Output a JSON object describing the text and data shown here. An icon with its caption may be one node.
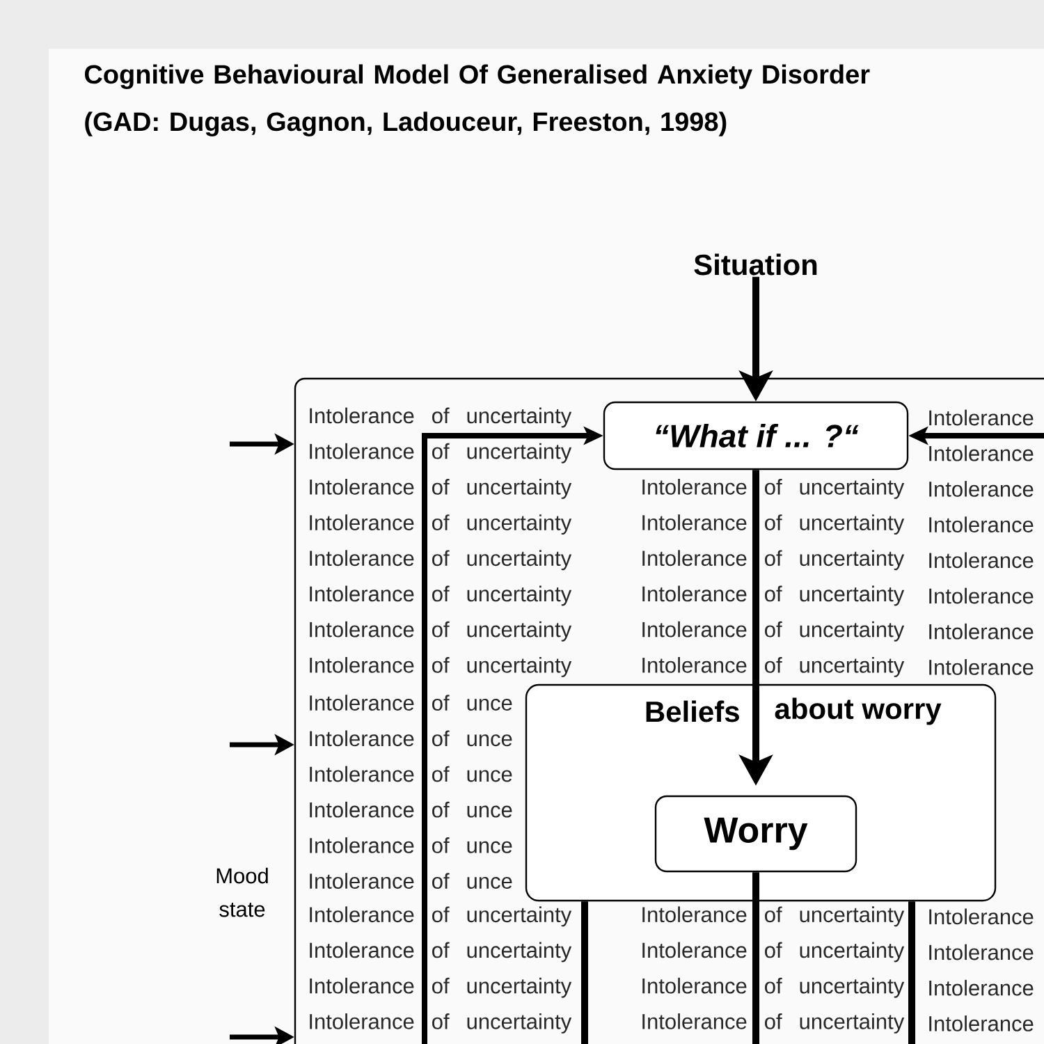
{
  "diagram": {
    "title": "Cognitive Behavioural Model Of Generalised Anxiety Disorder (GAD: Dugas, Gagnon, Ladouceur, Freeston, 1998)",
    "nodes": [
      {
        "text": [
          "Situation"
        ]
      },
      {
        "text": [
          "Intolerance of uncertainty",
          "Intolerance",
          "Intolerance of uncertainty",
          "Intolerance",
          "Intolerance of uncertainty",
          "Intolerance of uncertainty",
          "Intolerance",
          "Intolerance of uncertainty",
          "Intolerance of uncertainty",
          "Intolerance",
          "Intolerance of uncertainty",
          "Intolerance of uncertainty",
          "Intolerance",
          "Intolerance of uncertainty",
          "Intolerance of uncertainty",
          "Intolerance",
          "Intolerance of uncertainty",
          "Intolerance of uncertainty",
          "Intolerance",
          "Intolerance of uncertainty",
          "Intolerance of uncertainty",
          "Intolerance",
          "Intolerance of unce",
          "Intolerance of unce",
          "Intolerance of unce",
          "Intolerance of unce",
          "Intolerance of unce",
          "Intolerance of unce",
          "Intolerance of uncertainty",
          "Intolerance of uncertainty",
          "Intolerance",
          "Intolerance of uncertainty",
          "Intolerance of uncertainty",
          "Intolerance",
          "Intolerance of uncertainty",
          "Intolerance of uncertainty",
          "Intolerance",
          "Intolerance of uncertainty",
          "Intolerance of uncertainty",
          "Intolerance"
        ]
      },
      {
        "text": [
          "“What if ... ?“"
        ],
        "in": 1
      },
      {
        "text": [
          "Beliefs",
          "about worry"
        ],
        "in": 1
      },
      {
        "text": [
          "Worry"
        ],
        "in": 3
      }
    ],
    "edges": [
      {
        "from": 0,
        "to": 2,
        "arrow": "to"
      },
      {
        "from": 2,
        "to": 4,
        "arrow": "to"
      },
      {
        "from": null,
        "to": 2,
        "arrow": "to"
      },
      {
        "from": null,
        "to": 2,
        "arrow": "to"
      },
      {
        "from": 4,
        "to": null,
        "arrow": "none"
      },
      {
        "from": 3,
        "to": null,
        "arrow": "none"
      },
      {
        "from": 3,
        "to": null,
        "arrow": "none"
      },
      {
        "from": null,
        "to": 1,
        "arrow": "to"
      },
      {
        "from": null,
        "to": 1,
        "arrow": "to"
      },
      {
        "from": null,
        "to": 1,
        "arrow": "to"
      }
    ],
    "labels": [
      "Mood state"
    ]
  }
}
